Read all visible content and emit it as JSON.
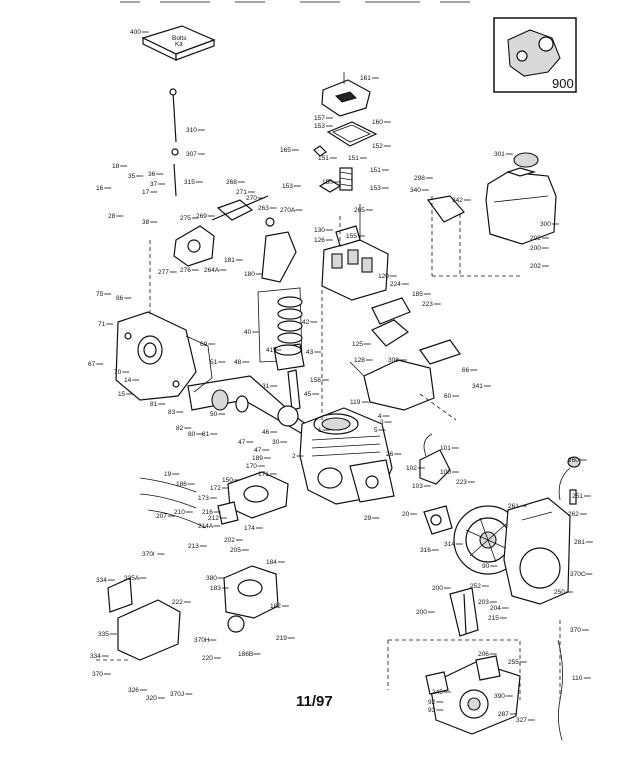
{
  "footer": {
    "date_code": "11/97"
  },
  "inset": {
    "label": "900"
  },
  "kit_box": {
    "text_line1": "Bolts",
    "text_line2": "Kit"
  },
  "labels": [
    {
      "id": "400",
      "text": "400"
    },
    {
      "id": "161",
      "text": "161"
    },
    {
      "id": "310",
      "text": "310"
    },
    {
      "id": "157",
      "text": "157"
    },
    {
      "id": "153a",
      "text": "153"
    },
    {
      "id": "160",
      "text": "160"
    },
    {
      "id": "307",
      "text": "307"
    },
    {
      "id": "165",
      "text": "165"
    },
    {
      "id": "152",
      "text": "152"
    },
    {
      "id": "151a",
      "text": "151"
    },
    {
      "id": "151b",
      "text": "151"
    },
    {
      "id": "151c",
      "text": "151"
    },
    {
      "id": "301",
      "text": "301"
    },
    {
      "id": "18",
      "text": "18"
    },
    {
      "id": "35",
      "text": "35"
    },
    {
      "id": "36",
      "text": "36"
    },
    {
      "id": "37",
      "text": "37"
    },
    {
      "id": "16",
      "text": "16"
    },
    {
      "id": "17",
      "text": "17"
    },
    {
      "id": "315",
      "text": "315"
    },
    {
      "id": "153b",
      "text": "153"
    },
    {
      "id": "150",
      "text": "150"
    },
    {
      "id": "153c",
      "text": "153"
    },
    {
      "id": "298",
      "text": "298"
    },
    {
      "id": "340",
      "text": "340"
    },
    {
      "id": "342",
      "text": "342"
    },
    {
      "id": "268",
      "text": "268"
    },
    {
      "id": "271",
      "text": "271"
    },
    {
      "id": "270",
      "text": "270"
    },
    {
      "id": "263",
      "text": "263"
    },
    {
      "id": "28",
      "text": "28"
    },
    {
      "id": "38",
      "text": "38"
    },
    {
      "id": "275",
      "text": "275"
    },
    {
      "id": "269",
      "text": "269"
    },
    {
      "id": "270A",
      "text": "270A"
    },
    {
      "id": "265",
      "text": "265"
    },
    {
      "id": "300",
      "text": "300"
    },
    {
      "id": "130",
      "text": "130"
    },
    {
      "id": "126",
      "text": "126"
    },
    {
      "id": "155",
      "text": "155"
    },
    {
      "id": "202a",
      "text": "202"
    },
    {
      "id": "200a",
      "text": "200"
    },
    {
      "id": "202b",
      "text": "202"
    },
    {
      "id": "277",
      "text": "277"
    },
    {
      "id": "276",
      "text": "276"
    },
    {
      "id": "264A",
      "text": "264A"
    },
    {
      "id": "181",
      "text": "181"
    },
    {
      "id": "180",
      "text": "180"
    },
    {
      "id": "120",
      "text": "120"
    },
    {
      "id": "224",
      "text": "224"
    },
    {
      "id": "75",
      "text": "75"
    },
    {
      "id": "86",
      "text": "86"
    },
    {
      "id": "185",
      "text": "185"
    },
    {
      "id": "71",
      "text": "71"
    },
    {
      "id": "223a",
      "text": "223"
    },
    {
      "id": "40",
      "text": "40"
    },
    {
      "id": "42",
      "text": "42"
    },
    {
      "id": "69",
      "text": "69"
    },
    {
      "id": "125",
      "text": "125"
    },
    {
      "id": "41",
      "text": "41"
    },
    {
      "id": "43",
      "text": "43"
    },
    {
      "id": "67",
      "text": "67"
    },
    {
      "id": "51",
      "text": "51"
    },
    {
      "id": "48",
      "text": "48"
    },
    {
      "id": "128",
      "text": "128"
    },
    {
      "id": "308",
      "text": "308"
    },
    {
      "id": "66",
      "text": "66"
    },
    {
      "id": "70",
      "text": "70"
    },
    {
      "id": "14",
      "text": "14"
    },
    {
      "id": "158",
      "text": "158"
    },
    {
      "id": "341",
      "text": "341"
    },
    {
      "id": "31",
      "text": "31"
    },
    {
      "id": "15",
      "text": "15"
    },
    {
      "id": "45",
      "text": "45"
    },
    {
      "id": "60",
      "text": "60"
    },
    {
      "id": "50",
      "text": "50"
    },
    {
      "id": "81a",
      "text": "81"
    },
    {
      "id": "83",
      "text": "83"
    },
    {
      "id": "119",
      "text": "119"
    },
    {
      "id": "4",
      "text": "4"
    },
    {
      "id": "3",
      "text": "3"
    },
    {
      "id": "82",
      "text": "82"
    },
    {
      "id": "80",
      "text": "80"
    },
    {
      "id": "81b",
      "text": "81"
    },
    {
      "id": "47a",
      "text": "47"
    },
    {
      "id": "46",
      "text": "46"
    },
    {
      "id": "30",
      "text": "30"
    },
    {
      "id": "1",
      "text": "1"
    },
    {
      "id": "5",
      "text": "5"
    },
    {
      "id": "47b",
      "text": "47"
    },
    {
      "id": "101",
      "text": "101"
    },
    {
      "id": "2",
      "text": "2"
    },
    {
      "id": "189",
      "text": "189"
    },
    {
      "id": "26",
      "text": "26"
    },
    {
      "id": "19",
      "text": "19"
    },
    {
      "id": "171",
      "text": "171"
    },
    {
      "id": "170",
      "text": "170"
    },
    {
      "id": "102",
      "text": "102"
    },
    {
      "id": "100",
      "text": "100"
    },
    {
      "id": "186",
      "text": "186"
    },
    {
      "id": "172",
      "text": "172"
    },
    {
      "id": "150b",
      "text": "150"
    },
    {
      "id": "103",
      "text": "103"
    },
    {
      "id": "223b",
      "text": "223"
    },
    {
      "id": "260",
      "text": "260"
    },
    {
      "id": "173",
      "text": "173"
    },
    {
      "id": "261",
      "text": "261"
    },
    {
      "id": "251",
      "text": "251"
    },
    {
      "id": "216",
      "text": "216"
    },
    {
      "id": "210",
      "text": "210"
    },
    {
      "id": "29",
      "text": "29"
    },
    {
      "id": "20",
      "text": "20"
    },
    {
      "id": "207",
      "text": "207"
    },
    {
      "id": "212",
      "text": "212"
    },
    {
      "id": "174",
      "text": "174"
    },
    {
      "id": "262",
      "text": "262"
    },
    {
      "id": "214A",
      "text": "214A"
    },
    {
      "id": "202c",
      "text": "202"
    },
    {
      "id": "316",
      "text": "316"
    },
    {
      "id": "314",
      "text": "314"
    },
    {
      "id": "281",
      "text": "281"
    },
    {
      "id": "213",
      "text": "213"
    },
    {
      "id": "205",
      "text": "205"
    },
    {
      "id": "90",
      "text": "90"
    },
    {
      "id": "370I",
      "text": "370I"
    },
    {
      "id": "370C",
      "text": "370C"
    },
    {
      "id": "334a",
      "text": "334"
    },
    {
      "id": "335A",
      "text": "335A"
    },
    {
      "id": "184",
      "text": "184"
    },
    {
      "id": "380",
      "text": "380"
    },
    {
      "id": "183",
      "text": "183"
    },
    {
      "id": "200b",
      "text": "200"
    },
    {
      "id": "252",
      "text": "252"
    },
    {
      "id": "250",
      "text": "250"
    },
    {
      "id": "222",
      "text": "222"
    },
    {
      "id": "182",
      "text": "182"
    },
    {
      "id": "200c",
      "text": "200"
    },
    {
      "id": "203",
      "text": "203"
    },
    {
      "id": "204",
      "text": "204"
    },
    {
      "id": "215",
      "text": "215"
    },
    {
      "id": "335",
      "text": "335"
    },
    {
      "id": "219",
      "text": "219"
    },
    {
      "id": "370a",
      "text": "370"
    },
    {
      "id": "370H",
      "text": "370H"
    },
    {
      "id": "206",
      "text": "206"
    },
    {
      "id": "334b",
      "text": "334"
    },
    {
      "id": "186B",
      "text": "186B"
    },
    {
      "id": "220",
      "text": "220"
    },
    {
      "id": "255",
      "text": "255"
    },
    {
      "id": "370b",
      "text": "370"
    },
    {
      "id": "110",
      "text": "110"
    },
    {
      "id": "326",
      "text": "326"
    },
    {
      "id": "320",
      "text": "320"
    },
    {
      "id": "370J",
      "text": "370J"
    },
    {
      "id": "245",
      "text": "245"
    },
    {
      "id": "390",
      "text": "390"
    },
    {
      "id": "92",
      "text": "92"
    },
    {
      "id": "93",
      "text": "93"
    },
    {
      "id": "287",
      "text": "287"
    },
    {
      "id": "327",
      "text": "327"
    }
  ]
}
